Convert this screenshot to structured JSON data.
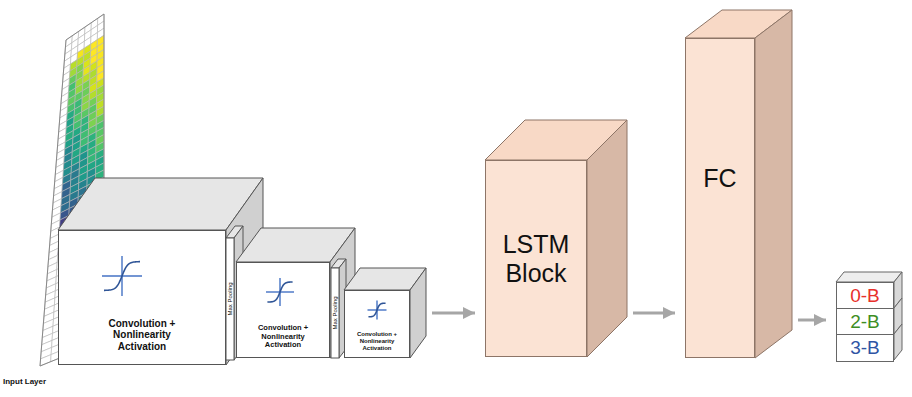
{
  "diagram": {
    "nodes": [
      {
        "text": [
          "Convolution + Nonlinearity Activation"
        ]
      },
      {
        "text": [
          "Convolution + Nonlinearity Activation"
        ]
      },
      {
        "text": [
          "Convolution + Nonlinearity Activation"
        ]
      },
      {
        "text": [
          "LSTM Block"
        ]
      },
      {
        "text": [
          "FC"
        ]
      },
      {
        "text": [
          "0-B"
        ]
      },
      {
        "text": [
          "2-B"
        ]
      },
      {
        "text": [
          "3-B"
        ]
      }
    ],
    "edges": [
      {
        "from": 2,
        "to": 3,
        "arrow": "to"
      },
      {
        "from": 3,
        "to": 4,
        "arrow": "to"
      },
      {
        "from": 4,
        "to": 6,
        "arrow": "to"
      }
    ],
    "labels": [
      "Input Layer",
      "Max Pooling",
      "Max Pooling"
    ]
  }
}
